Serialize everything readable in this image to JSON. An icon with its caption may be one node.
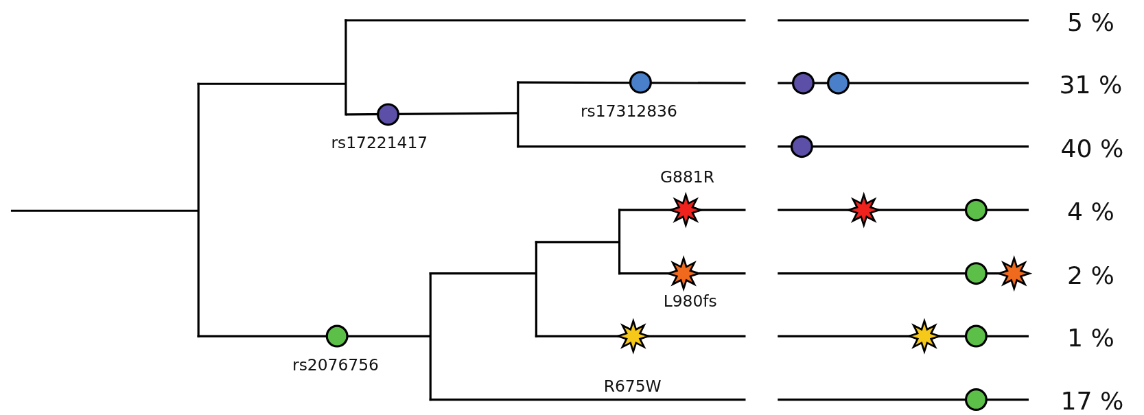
{
  "diagram": {
    "labels": [
      "5 %",
      "31 %",
      "rs17312836",
      "rs17221417",
      "40 %",
      "G881R",
      "4 %",
      "2 %",
      "L980fs",
      "1 %",
      "rs2076756",
      "R675W",
      "17 %"
    ]
  }
}
